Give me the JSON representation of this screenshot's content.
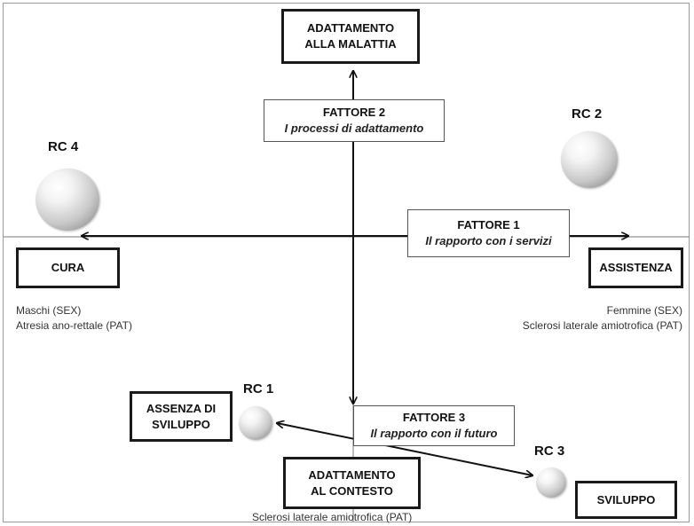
{
  "boxes": {
    "adattamento_malattia": [
      "ADATTAMENTO",
      "ALLA MALATTIA"
    ],
    "cura": "CURA",
    "assistenza": "ASSISTENZA",
    "assenza_sviluppo": [
      "ASSENZA DI",
      "SVILUPPO"
    ],
    "adattamento_contesto": [
      "ADATTAMENTO",
      "AL CONTESTO"
    ],
    "sviluppo": "SVILUPPO"
  },
  "factors": {
    "f1": {
      "title": "FATTORE 1",
      "subtitle": "Il rapporto con i servizi"
    },
    "f2": {
      "title": "FATTORE 2",
      "subtitle": "I processi di adattamento"
    },
    "f3": {
      "title": "FATTORE 3",
      "subtitle": "Il rapporto con il futuro"
    }
  },
  "rc_labels": {
    "rc1": "RC 1",
    "rc2": "RC 2",
    "rc3": "RC 3",
    "rc4": "RC 4"
  },
  "notes": {
    "left": [
      "Maschi (SEX)",
      "Atresia ano-rettale (PAT)"
    ],
    "right": [
      "Femmine (SEX)",
      "Sclerosi laterale amiotrofica (PAT)"
    ],
    "bottom": "Sclerosi laterale amiotrofica (PAT)"
  }
}
